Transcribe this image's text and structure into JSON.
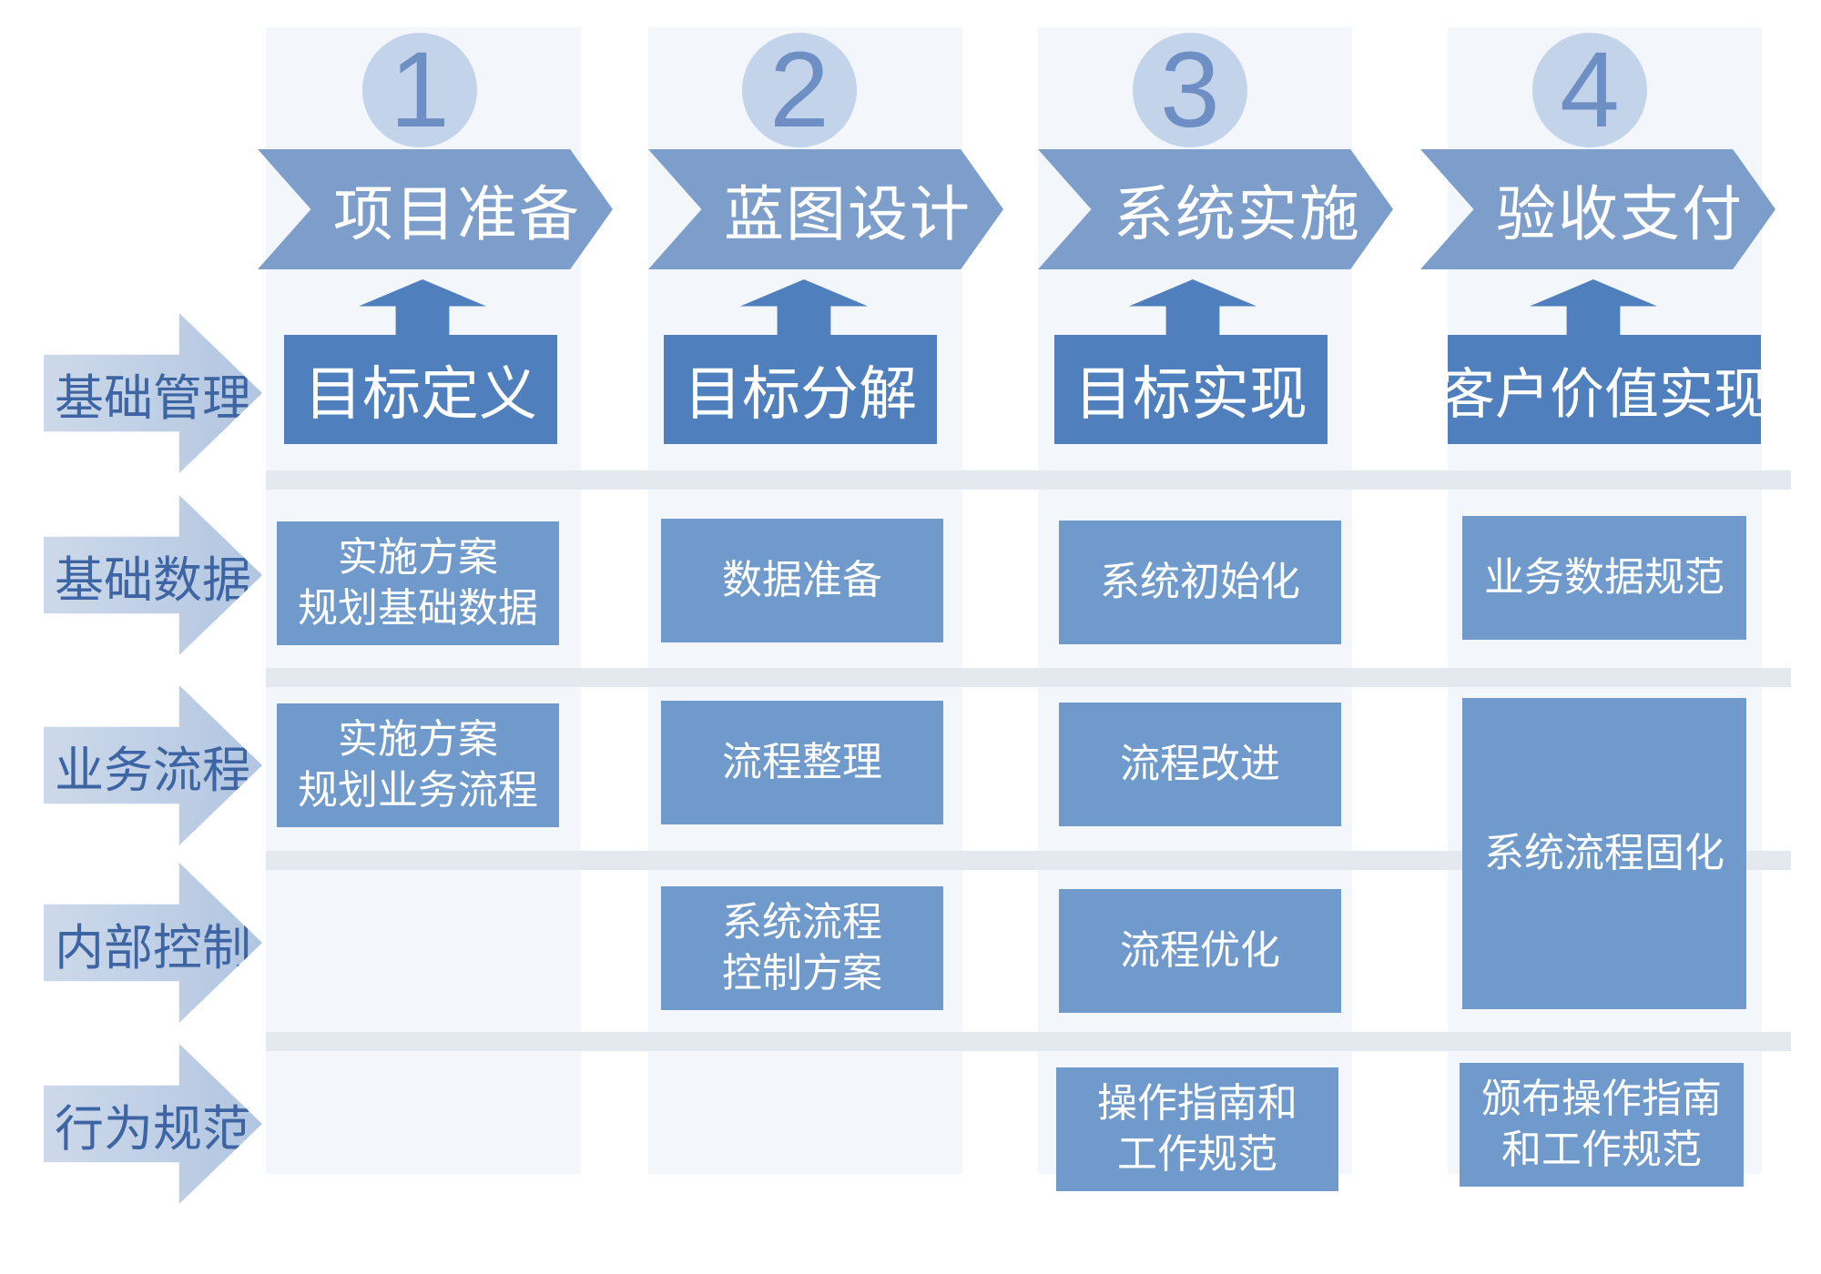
{
  "phases": [
    {
      "number": "1",
      "name": "项目准备",
      "goal": "目标定义"
    },
    {
      "number": "2",
      "name": "蓝图设计",
      "goal": "目标分解"
    },
    {
      "number": "3",
      "name": "系统实施",
      "goal": "目标实现"
    },
    {
      "number": "4",
      "name": "验收支付",
      "goal": "客户价值实现"
    }
  ],
  "rows": [
    {
      "label": "基础管理"
    },
    {
      "label": "基础数据"
    },
    {
      "label": "业务流程"
    },
    {
      "label": "内部控制"
    },
    {
      "label": "行为规范"
    }
  ],
  "cells": {
    "c1_data": "实施方案\n规划基础数据",
    "c1_process": "实施方案\n规划业务流程",
    "c2_data": "数据准备",
    "c2_process": "流程整理",
    "c2_control": "系统流程\n控制方案",
    "c3_data": "系统初始化",
    "c3_process": "流程改进",
    "c3_control": "流程优化",
    "c3_behavior": "操作指南和\n工作规范",
    "c4_data": "业务数据规范",
    "c4_process_control": "系统流程固化",
    "c4_behavior": "颁布操作指南\n和工作规范"
  },
  "colors": {
    "number_circle": "#c3d3ea",
    "chevron": "#7d9ecb",
    "goal_box": "#4f7fbd",
    "cell_box": "#6f9acb",
    "row_label_text": "#3d64a3"
  }
}
